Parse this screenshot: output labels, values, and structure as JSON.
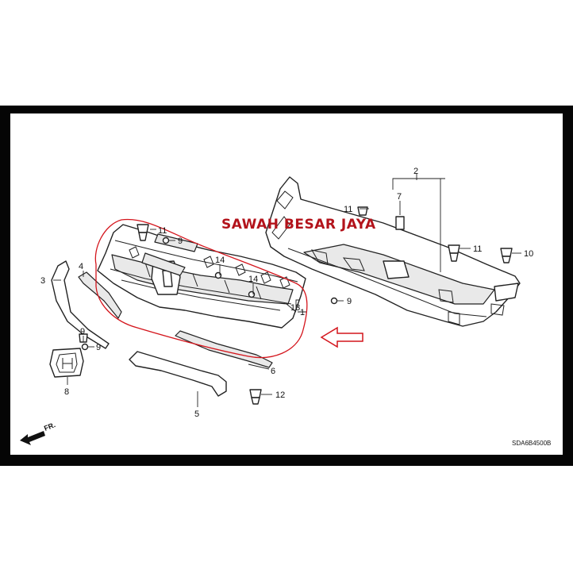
{
  "watermark": "SAWAH BESAR JAYA",
  "diagram_code": "SDA6B4500B",
  "direction_label": "FR.",
  "callouts": {
    "c1": "1",
    "c2": "2",
    "c3": "3",
    "c4": "4",
    "c5": "5",
    "c6": "6",
    "c7": "7",
    "c8": "8",
    "c9a": "9",
    "c9b": "9",
    "c9c": "9",
    "c9d": "9",
    "c10": "10",
    "c11a": "11",
    "c11b": "11",
    "c11c": "11",
    "c12": "12",
    "c13": "13",
    "c14a": "14",
    "c14b": "14"
  },
  "colors": {
    "highlight": "#d4151c",
    "frame": "#050505"
  }
}
